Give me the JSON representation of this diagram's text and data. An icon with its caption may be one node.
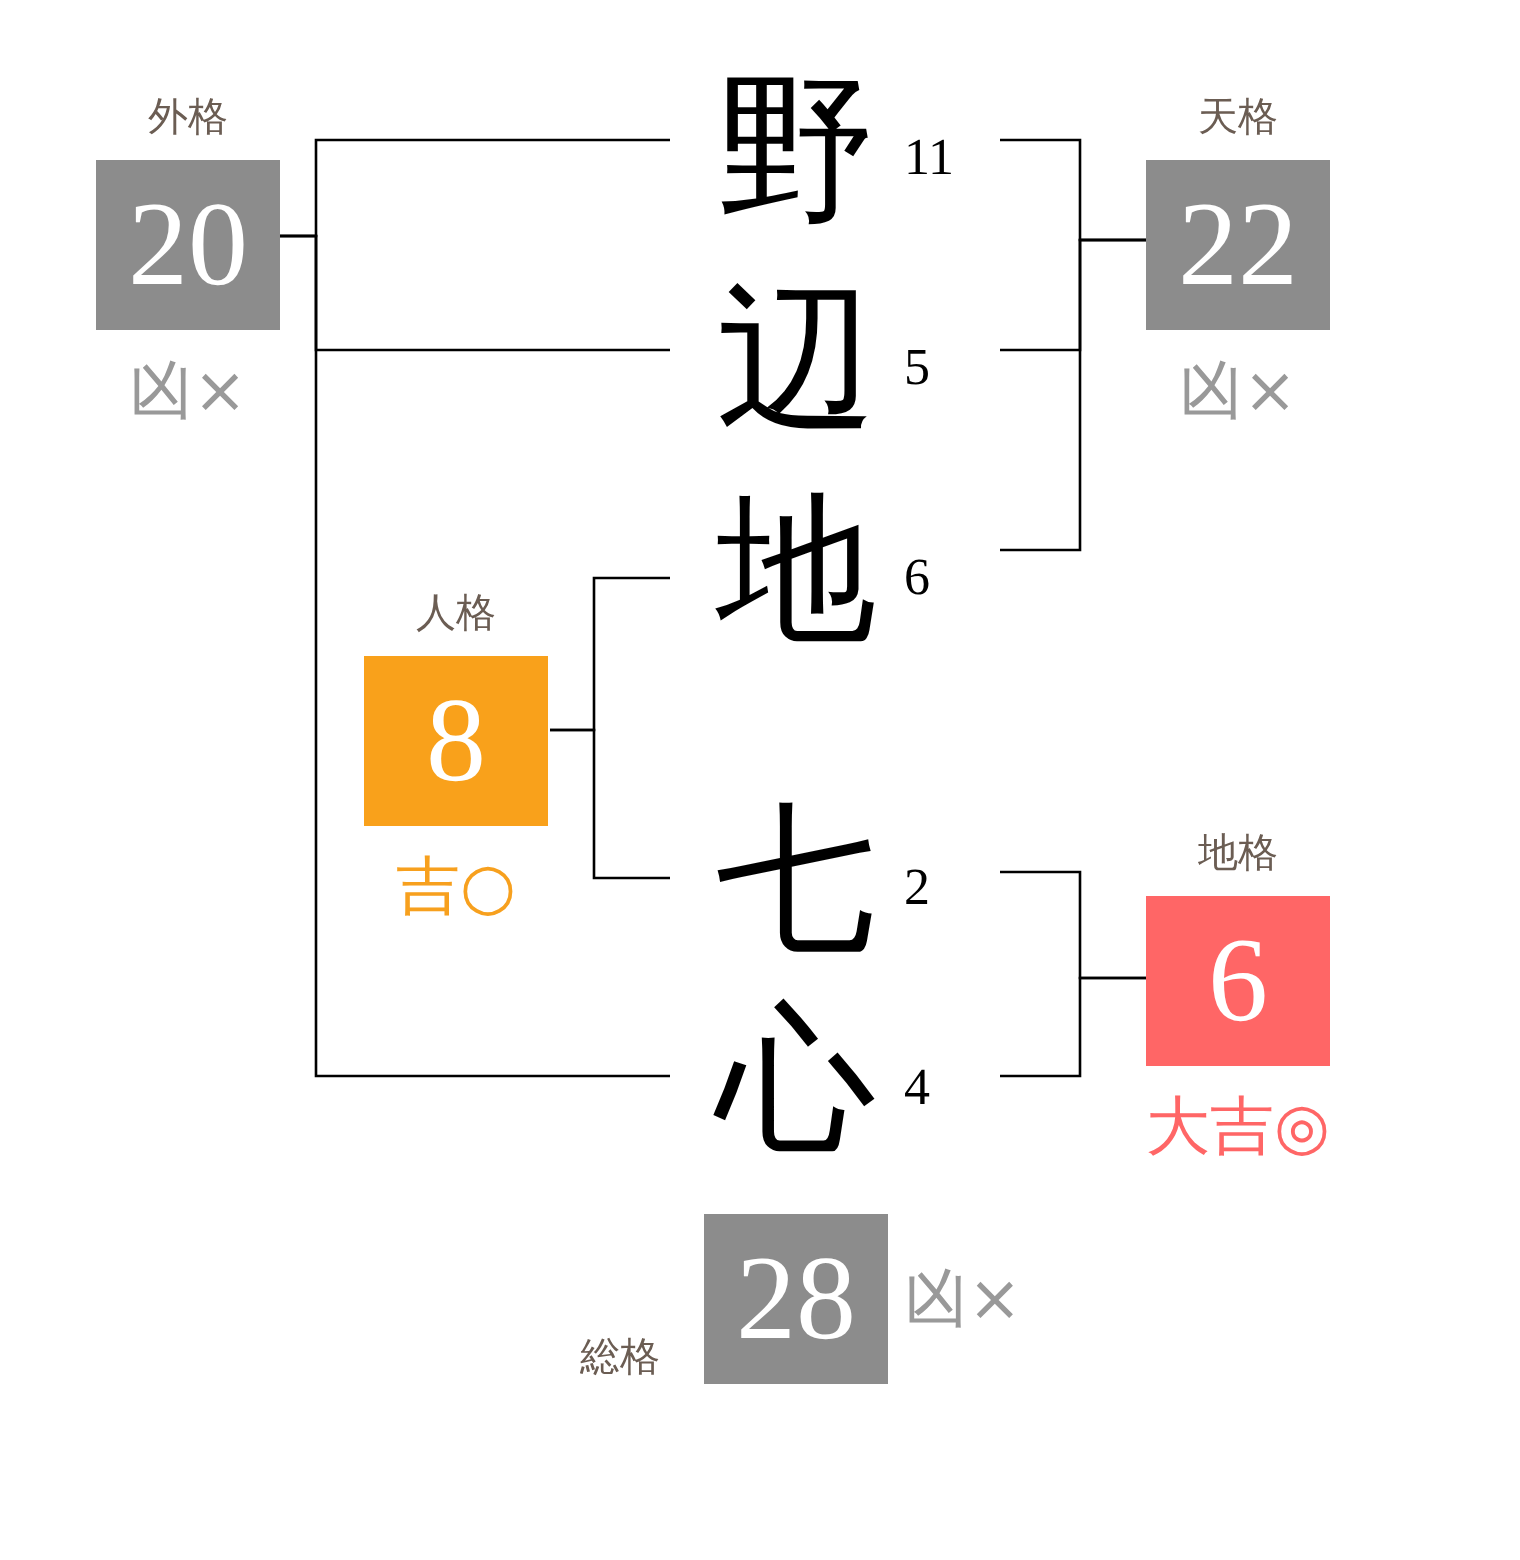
{
  "diagram": {
    "nodes": [
      {
        "text": [
          "外格",
          "20"
        ],
        "beside": [
          "凶×"
        ]
      },
      {
        "text": [
          "野"
        ],
        "beside": [
          "11"
        ]
      },
      {
        "text": [
          "天格",
          "22"
        ],
        "beside": [
          "凶×"
        ]
      },
      {
        "text": [
          "辺"
        ],
        "beside": [
          "5"
        ]
      },
      {
        "text": [
          "地"
        ],
        "beside": [
          "6"
        ]
      },
      {
        "text": [
          "人格",
          "8"
        ],
        "beside": [
          "吉○"
        ]
      },
      {
        "text": [
          "七"
        ],
        "beside": [
          "2"
        ]
      },
      {
        "text": [
          "地格",
          "6"
        ],
        "beside": [
          "大吉◎"
        ]
      },
      {
        "text": [
          "心"
        ],
        "beside": [
          "4"
        ]
      },
      {
        "text": [
          "総格",
          "28"
        ],
        "beside": [
          "凶×"
        ]
      }
    ],
    "edges": [
      {
        "from": 1,
        "to": 0,
        "arrow": "none"
      },
      {
        "from": 3,
        "to": 0,
        "arrow": "none"
      },
      {
        "from": 8,
        "to": 0,
        "arrow": "none"
      },
      {
        "from": 1,
        "to": 2,
        "arrow": "none"
      },
      {
        "from": 3,
        "to": 2,
        "arrow": "none"
      },
      {
        "from": 4,
        "to": 2,
        "arrow": "none"
      },
      {
        "from": 4,
        "to": 5,
        "arrow": "none"
      },
      {
        "from": 6,
        "to": 5,
        "arrow": "none"
      },
      {
        "from": 6,
        "to": 7,
        "arrow": "none"
      },
      {
        "from": 8,
        "to": 7,
        "arrow": "none"
      }
    ]
  }
}
